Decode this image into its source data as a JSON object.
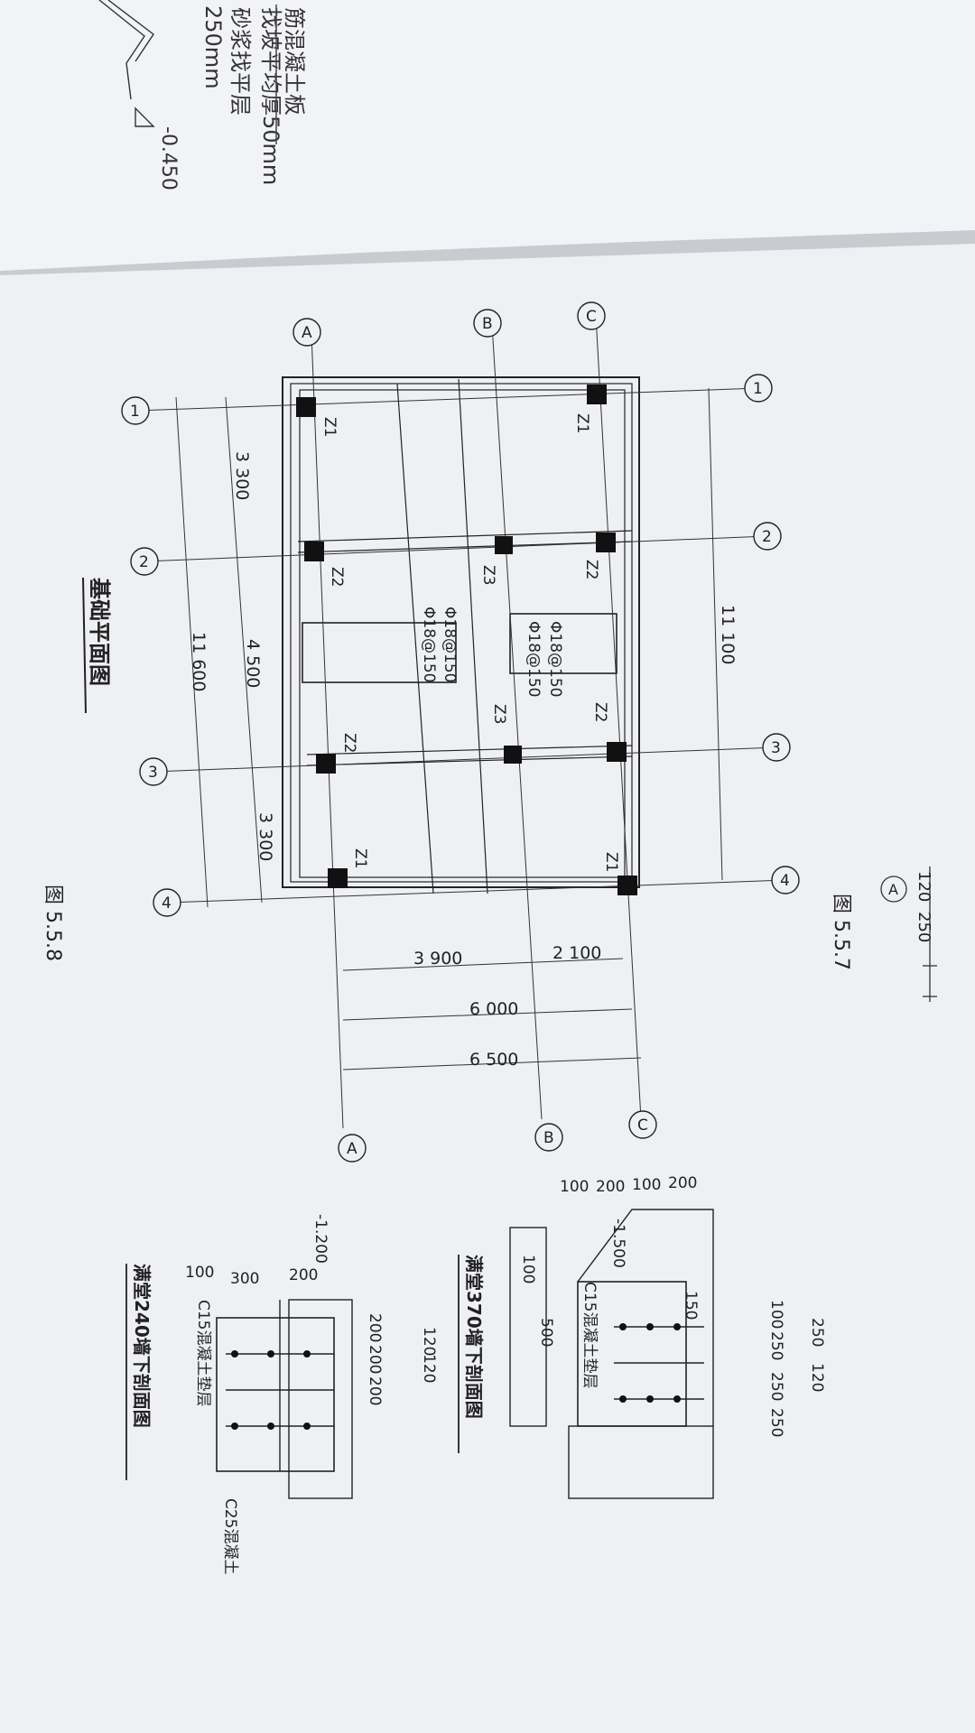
{
  "top_page": {
    "lines": [
      "250mm",
      "砂浆找平层",
      "找坡平均厚50mm",
      "筋混凝土板"
    ],
    "elevation": "-0.450"
  },
  "fig_557_caption": "图 5.5.7",
  "fig_557_dims": [
    "120",
    "250"
  ],
  "fig_557_axis": "A",
  "axes": {
    "numbers": [
      "1",
      "2",
      "3",
      "4"
    ],
    "letters": [
      "A",
      "B",
      "C"
    ]
  },
  "plan": {
    "title": "基础平面图",
    "figure_number": "图 5.5.8",
    "column_labels": {
      "a_row": [
        "Z1",
        "Z2",
        "Z2",
        "Z1"
      ],
      "b_row": [
        "Z3",
        "Z3"
      ],
      "c_row": [
        "Z1",
        "Z2",
        "Z2",
        "Z1"
      ]
    },
    "rebar": [
      "Φ18@150",
      "Φ18@150",
      "Φ18@150",
      "Φ18@150"
    ],
    "dims_horizontal_top": [
      "11 100"
    ],
    "dims_horizontal_bottom": [
      "3 300",
      "4 500",
      "3 300",
      "11 600"
    ],
    "dims_vertical": [
      "3 900",
      "2 100",
      "6 000",
      "6 500"
    ]
  },
  "section_370": {
    "title": "满堂370墙下剖面图",
    "dims_top": [
      "100",
      "200",
      "100",
      "200"
    ],
    "elevation": "-1.500",
    "dims_side": [
      "100",
      "500",
      "150"
    ],
    "dims_width": [
      "250",
      "120",
      "100",
      "250",
      "250",
      "250"
    ],
    "pad_label": "C15混凝土垫层"
  },
  "section_240": {
    "title": "满堂240墙下剖面图",
    "elevation": "-1.200",
    "dims_top": [
      "100",
      "300",
      "200"
    ],
    "dims_width": [
      "120",
      "120",
      "200",
      "200",
      "200"
    ],
    "pad_label": "C15混凝土垫层",
    "concrete_label": "C25混凝土"
  }
}
